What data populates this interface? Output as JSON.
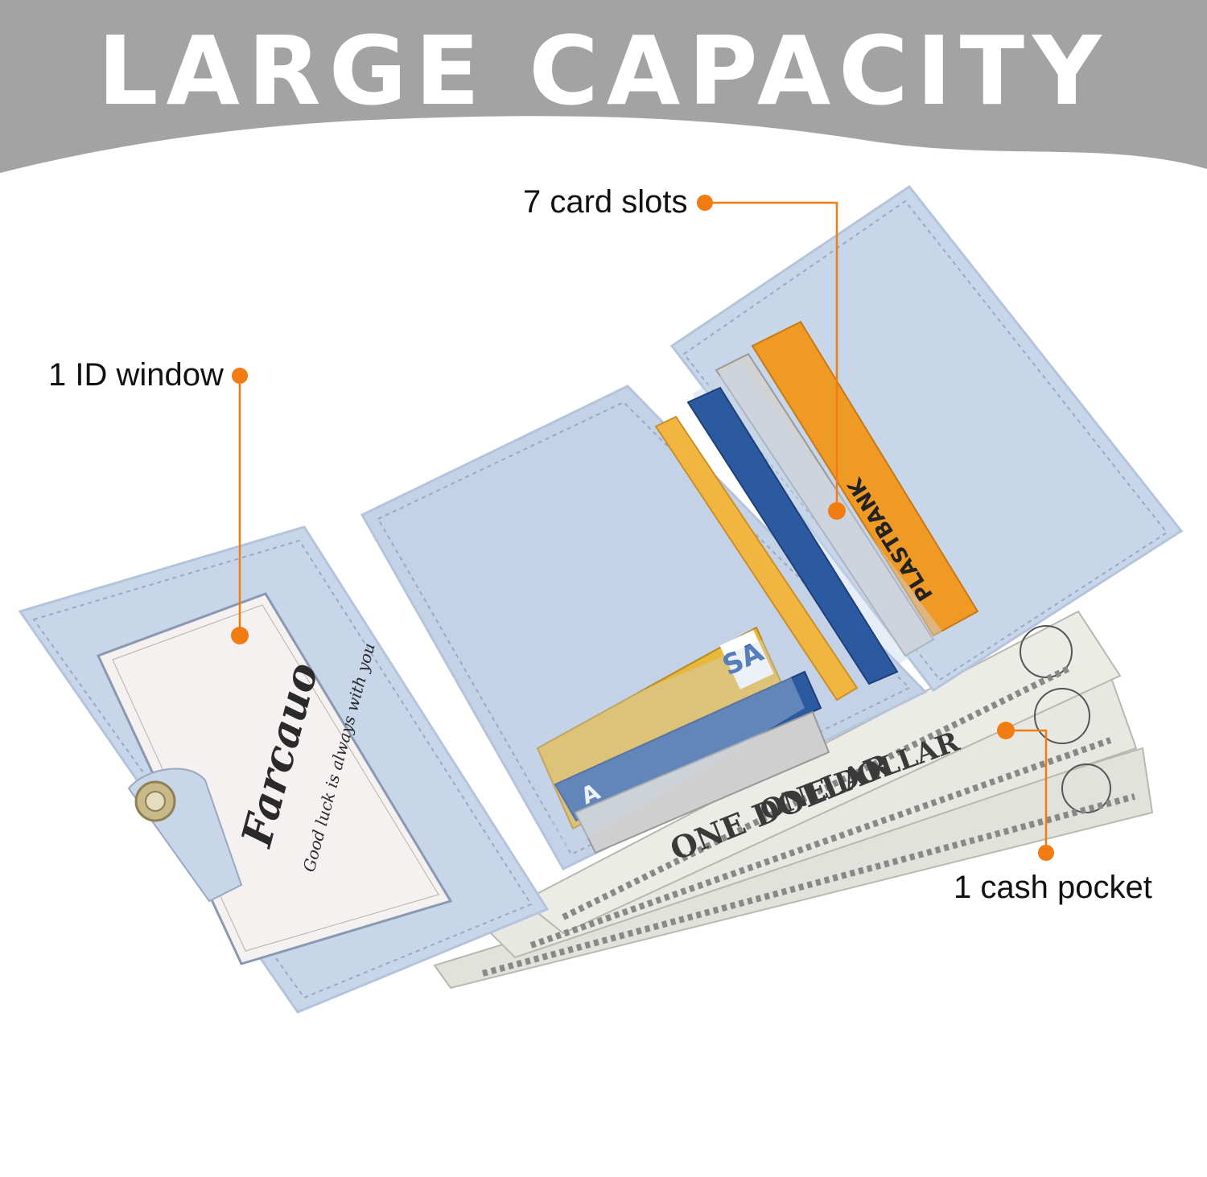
{
  "headline": "LARGE CAPACITY",
  "callouts": {
    "card_slots": "7 card slots",
    "id_window": "1 ID window",
    "cash_pocket": "1 cash pocket"
  },
  "id_card": {
    "brand": "Farcauo",
    "tagline": "Good luck is always with you"
  },
  "cards": {
    "orange_card_brand": "PLASTBANK",
    "gold_card_partial": "SA",
    "blue_card_partial": "A"
  },
  "bills": {
    "denomination": "ONE DOLLAR"
  },
  "colors": {
    "banner": "#a3a3a3",
    "accent_orange": "#f07c12",
    "wallet_blue": "#c8d6ea",
    "wallet_edge": "#b4c4dc",
    "stitch": "#9aa8c2",
    "bill": "#e8e8e2",
    "bill_ink": "#3a3a3a"
  }
}
